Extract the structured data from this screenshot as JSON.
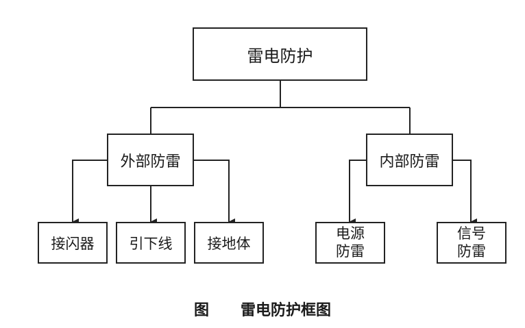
{
  "diagram": {
    "root": {
      "label": "雷电防护"
    },
    "branches": [
      {
        "label": "外部防雷",
        "children": [
          {
            "label": "接闪器"
          },
          {
            "label": "引下线"
          },
          {
            "label": "接地体"
          }
        ]
      },
      {
        "label": "内部防雷",
        "children": [
          {
            "lines": [
              "电源",
              "防雷"
            ]
          },
          {
            "lines": [
              "信号",
              "防雷"
            ]
          }
        ]
      }
    ]
  },
  "caption": {
    "prefix": "图",
    "title": "雷电防护框图"
  }
}
